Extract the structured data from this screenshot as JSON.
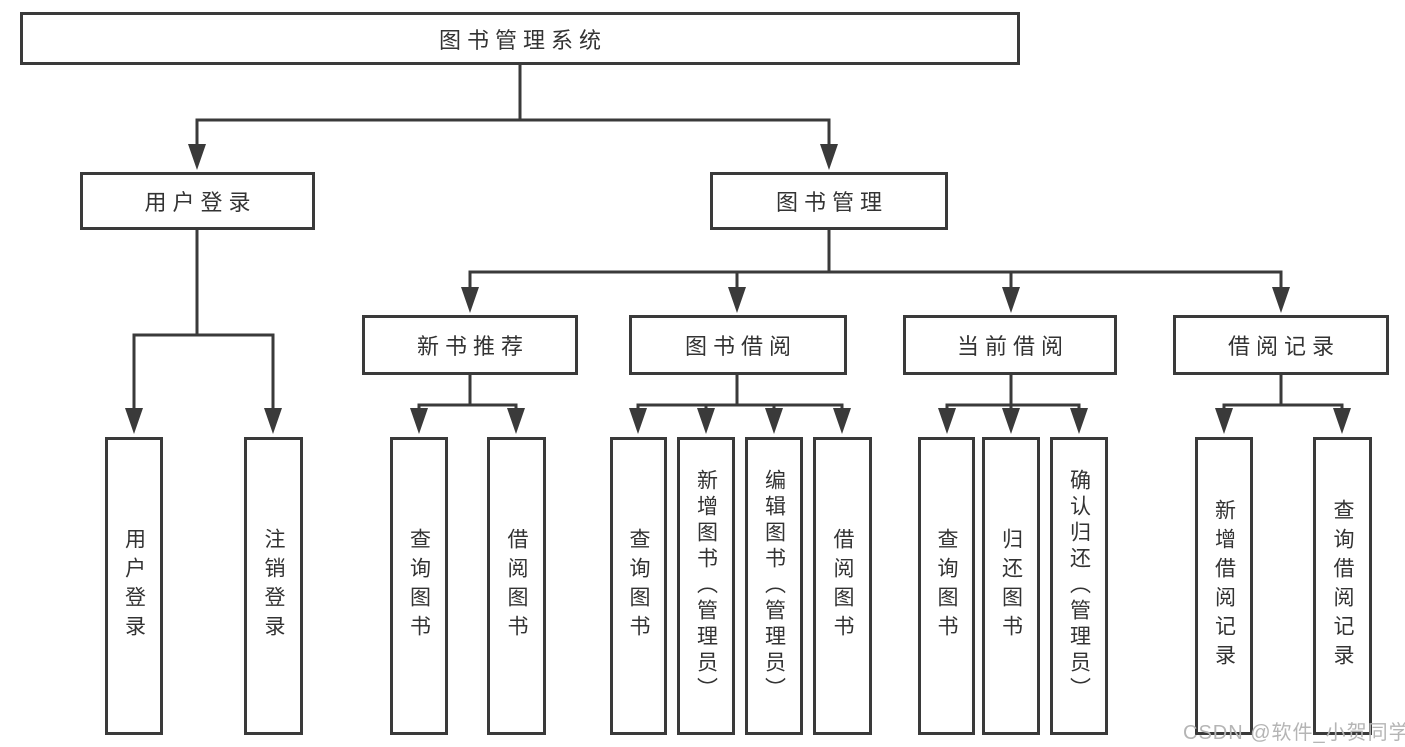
{
  "colors": {
    "line": "#3a3a3a",
    "box_border": "#3a3a3a",
    "box_background": "#ffffff",
    "text": "#333333",
    "watermark": "#b5b5b5",
    "page_background": "#ffffff"
  },
  "nodes": {
    "root": {
      "label": "图书管理系统"
    },
    "level2": [
      {
        "label": "用户登录"
      },
      {
        "label": "图书管理"
      }
    ],
    "level3": [
      {
        "label": "新书推荐"
      },
      {
        "label": "图书借阅"
      },
      {
        "label": "当前借阅"
      },
      {
        "label": "借阅记录"
      }
    ],
    "leaves": [
      {
        "label": "用户登录"
      },
      {
        "label": "注销登录"
      },
      {
        "label": "查询图书"
      },
      {
        "label": "借阅图书"
      },
      {
        "label": "查询图书"
      },
      {
        "label": "新增图书（管理员）"
      },
      {
        "label": "编辑图书（管理员）"
      },
      {
        "label": "借阅图书"
      },
      {
        "label": "查询图书"
      },
      {
        "label": "归还图书"
      },
      {
        "label": "确认归还（管理员）"
      },
      {
        "label": "新增借阅记录"
      },
      {
        "label": "查询借阅记录"
      }
    ]
  },
  "watermark": {
    "text": "CSDN @软件_小贺同学"
  }
}
